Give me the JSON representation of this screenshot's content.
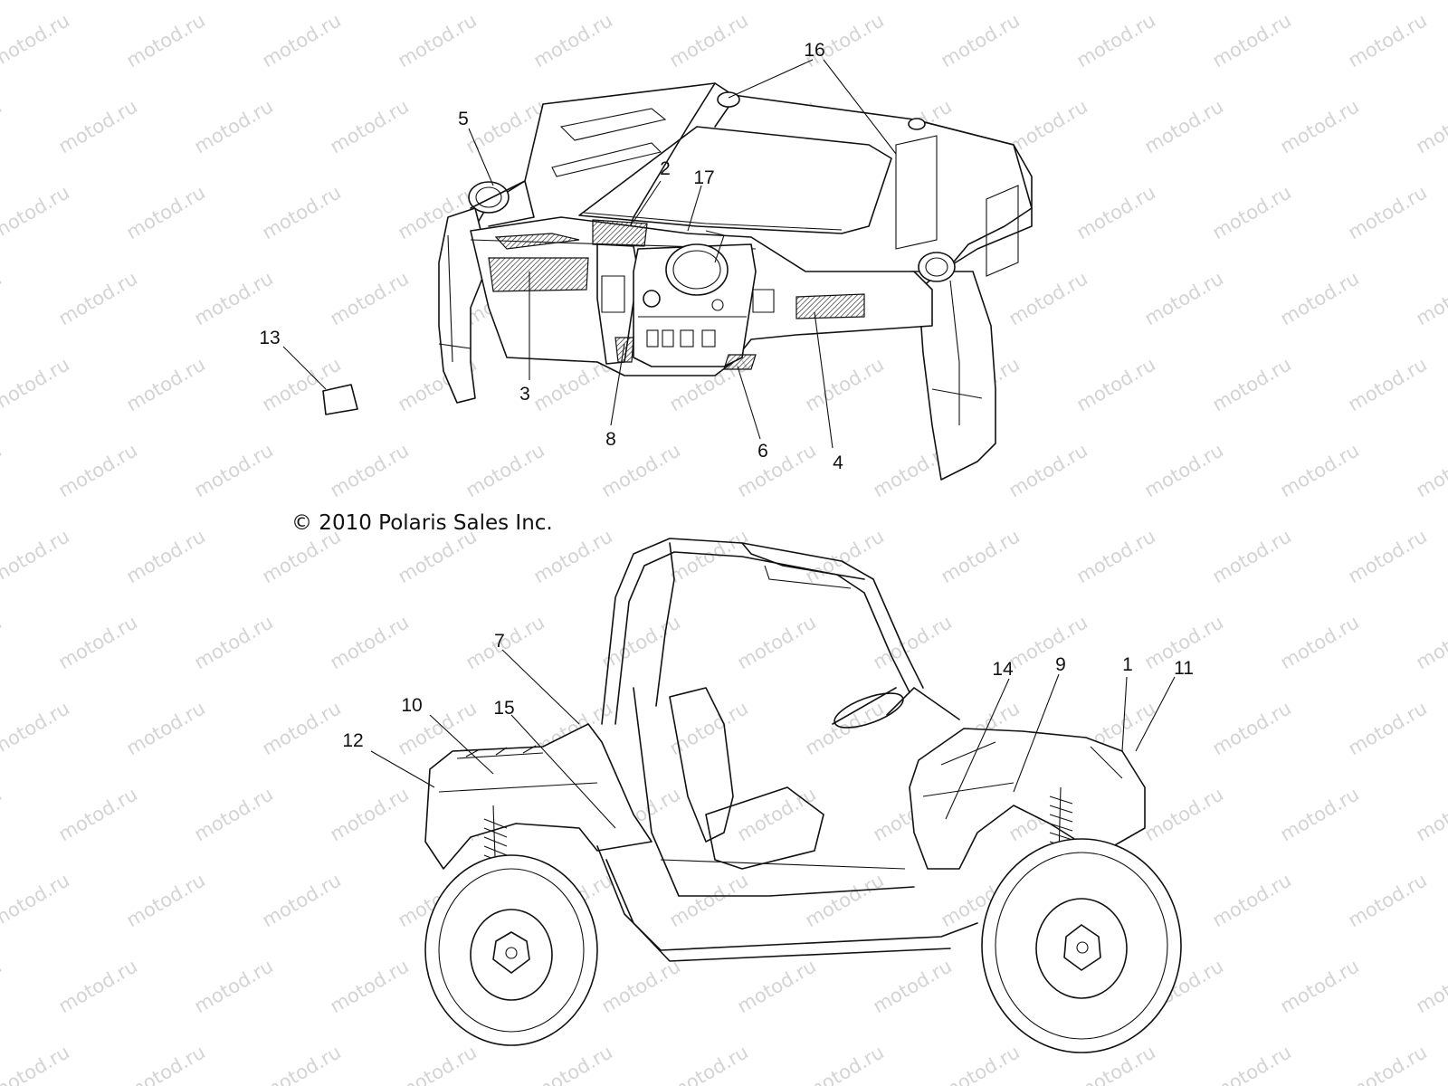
{
  "watermark": "motod.ru",
  "copyright": "© 2010 Polaris Sales Inc.",
  "callouts": [
    "16",
    "5",
    "2",
    "17",
    "13",
    "3",
    "8",
    "6",
    "4",
    "7",
    "14",
    "9",
    "1",
    "11",
    "10",
    "15",
    "12"
  ]
}
